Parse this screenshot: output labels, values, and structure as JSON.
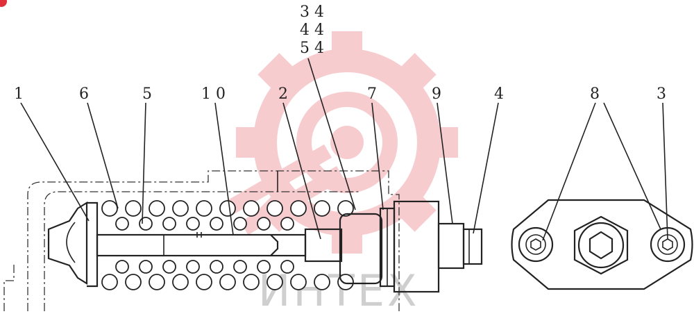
{
  "labels": {
    "l1": "1",
    "l6": "6",
    "l5": "5",
    "l10": "1 0",
    "l2": "2",
    "l7": "7",
    "l9": "9",
    "l4": "4",
    "l8": "8",
    "l3": "3",
    "l34": "3 4",
    "l44": "4 4",
    "l54": "5 4"
  },
  "watermark": {
    "text": "ИНТЕХ",
    "logo_color": "#f2a3a8"
  }
}
